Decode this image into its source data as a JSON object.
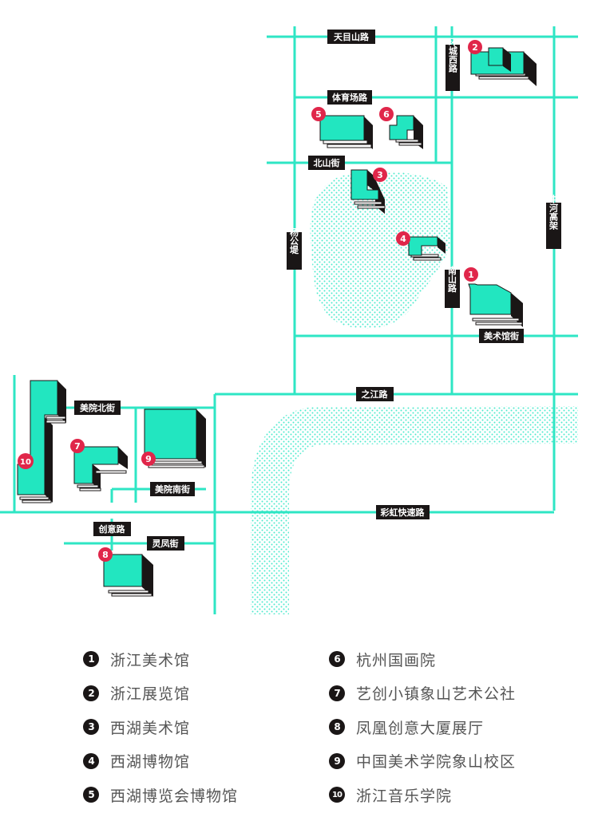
{
  "colors": {
    "road": "#2ee6c4",
    "building_top": "#22e6c0",
    "building_side": "#1a1616",
    "marker": "#e0264a",
    "label_bg": "#1a1616",
    "legend_text": "#555555"
  },
  "roads": {
    "tianmushan": "天目山路",
    "huanchengxi": "环城西路",
    "tiyuchang": "体育场路",
    "beishan": "北山街",
    "yanggongdi": "杨公堤",
    "zhonghe": "中河高架",
    "nanshan": "南山路",
    "meishuguan": "美术馆街",
    "zhijiang": "之江路",
    "meiyuanbei": "美院北街",
    "meiyuannan": "美院南街",
    "caihong": "彩虹快速路",
    "chuangyi": "创意路",
    "lingfeng": "灵凤街"
  },
  "markers": [
    "1",
    "2",
    "3",
    "4",
    "5",
    "6",
    "7",
    "8",
    "9",
    "10"
  ],
  "legend": [
    {
      "num": "1",
      "label": "浙江美术馆"
    },
    {
      "num": "2",
      "label": "浙江展览馆"
    },
    {
      "num": "3",
      "label": "西湖美术馆"
    },
    {
      "num": "4",
      "label": "西湖博物馆"
    },
    {
      "num": "5",
      "label": "西湖博览会博物馆"
    },
    {
      "num": "6",
      "label": "杭州国画院"
    },
    {
      "num": "7",
      "label": "艺创小镇象山艺术公社"
    },
    {
      "num": "8",
      "label": "凤凰创意大厦展厅"
    },
    {
      "num": "9",
      "label": "中国美术学院象山校区"
    },
    {
      "num": "10",
      "label": "浙江音乐学院"
    }
  ]
}
